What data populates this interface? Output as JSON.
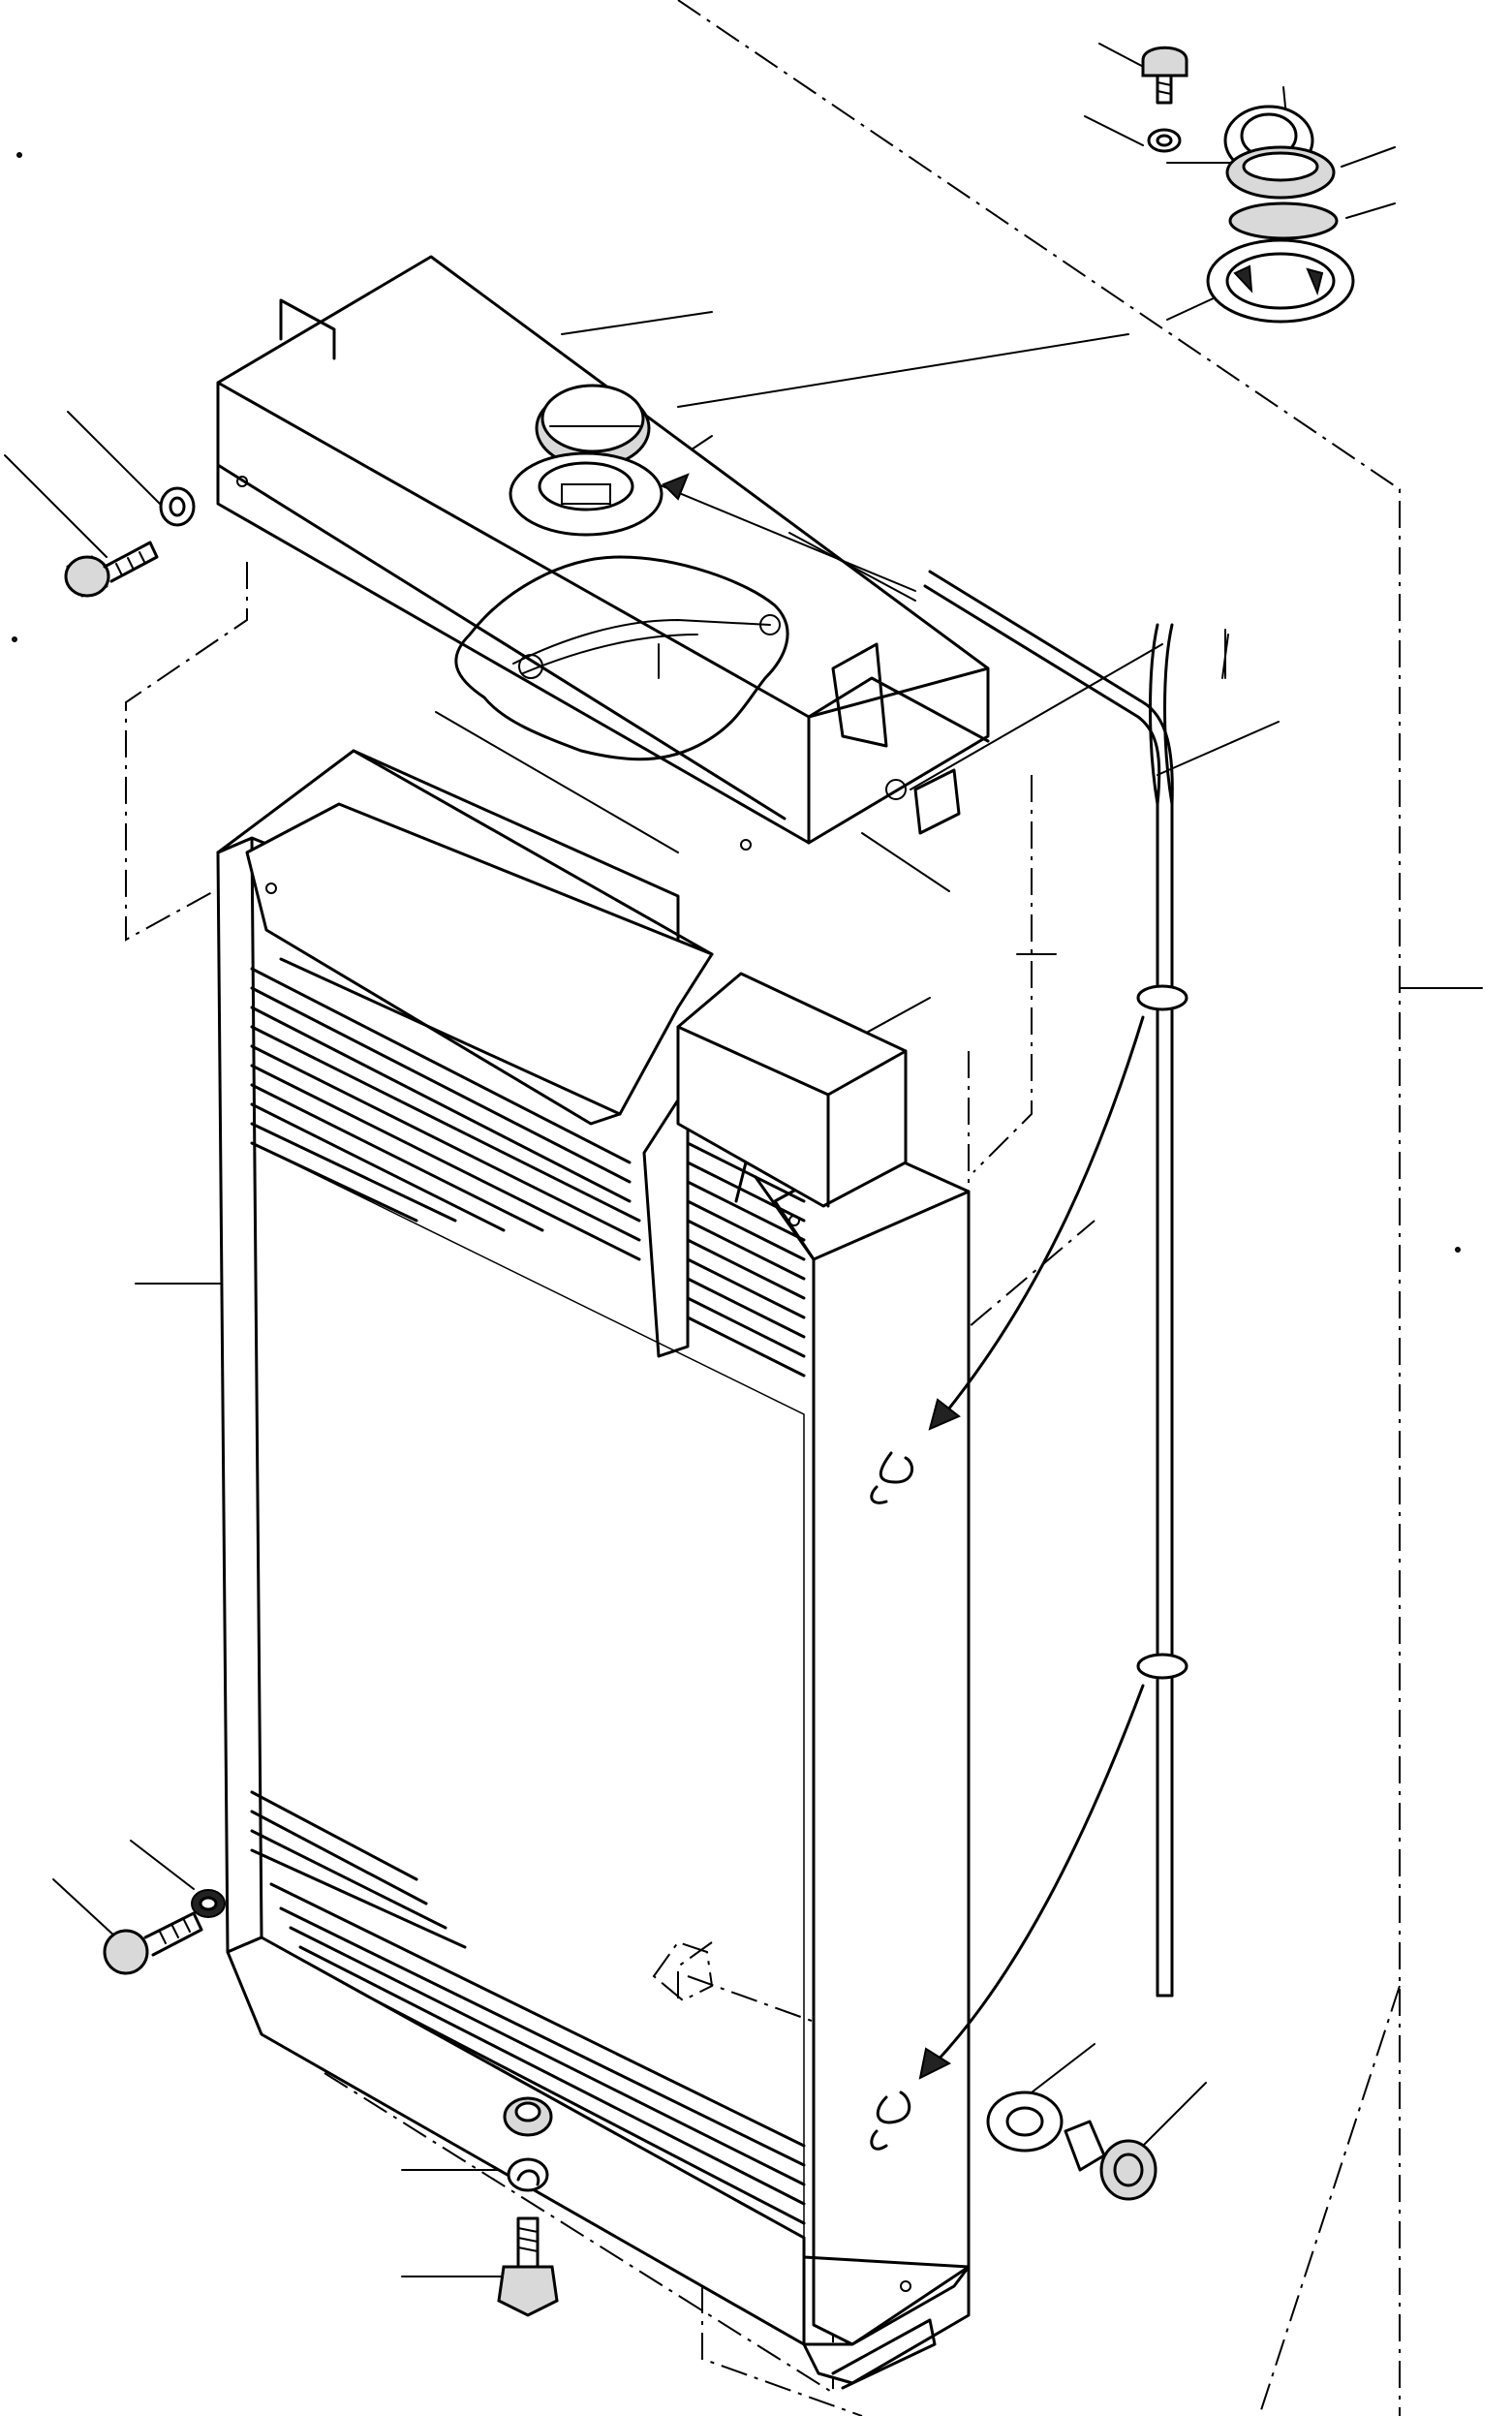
{
  "diagram": {
    "style": "exploded-parts-line-drawing",
    "ink_color": "#000000",
    "background_color": "#ffffff",
    "parts": [
      {
        "name": "radiator-core",
        "icon": "radiator-icon"
      },
      {
        "name": "upper-tank",
        "icon": "tank-icon"
      },
      {
        "name": "lower-tank",
        "icon": "tank-icon"
      },
      {
        "name": "shroud-outline",
        "icon": "frame-icon"
      },
      {
        "name": "filler-cap",
        "icon": "cap-icon"
      },
      {
        "name": "filler-neck",
        "icon": "neck-icon"
      },
      {
        "name": "overflow-tube",
        "icon": "tube-icon"
      },
      {
        "name": "drain-plug",
        "icon": "plug-icon"
      },
      {
        "name": "bolt",
        "icon": "bolt-icon"
      },
      {
        "name": "washer",
        "icon": "washer-icon"
      },
      {
        "name": "lock-washer",
        "icon": "lock-washer-icon"
      },
      {
        "name": "nut",
        "icon": "nut-icon"
      },
      {
        "name": "clip",
        "icon": "clip-icon"
      },
      {
        "name": "pressure-valve-assembly",
        "icon": "valve-icon"
      },
      {
        "name": "seal-gasket",
        "icon": "gasket-icon"
      }
    ]
  }
}
